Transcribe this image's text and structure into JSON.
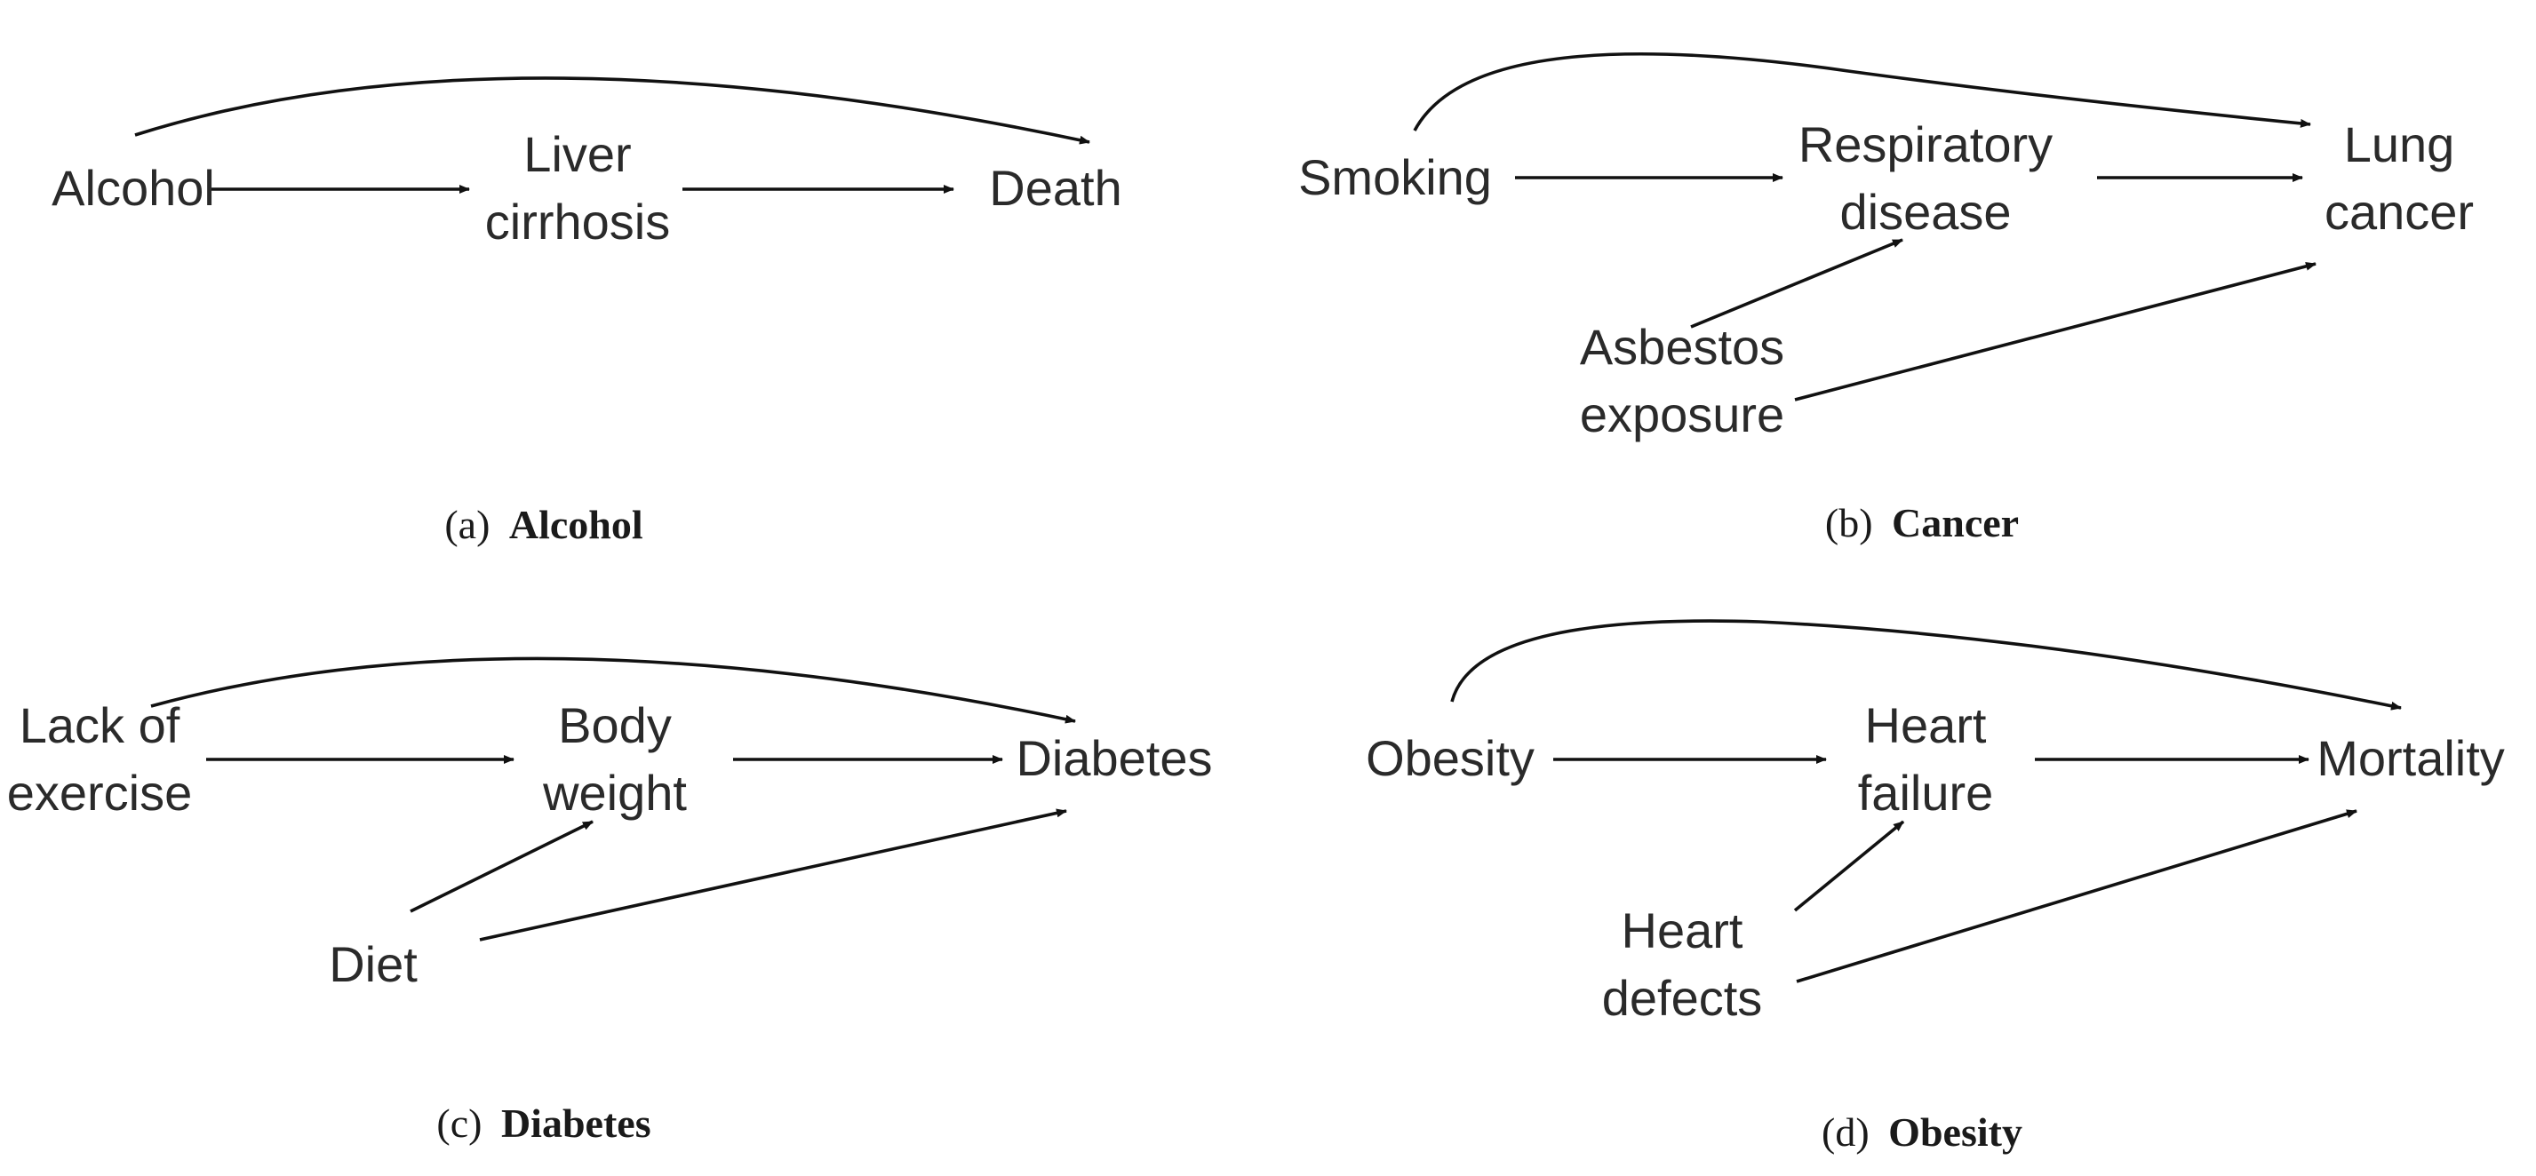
{
  "panels": {
    "a": {
      "caption_letter": "(a)",
      "caption_title": "Alcohol",
      "nodes": {
        "alcohol": "Alcohol",
        "liver_1": "Liver",
        "liver_2": "cirrhosis",
        "death": "Death"
      }
    },
    "b": {
      "caption_letter": "(b)",
      "caption_title": "Cancer",
      "nodes": {
        "smoking": "Smoking",
        "resp_1": "Respiratory",
        "resp_2": "disease",
        "asb_1": "Asbestos",
        "asb_2": "exposure",
        "lung_1": "Lung",
        "lung_2": "cancer"
      }
    },
    "c": {
      "caption_letter": "(c)",
      "caption_title": "Diabetes",
      "nodes": {
        "lack_1": "Lack of",
        "lack_2": "exercise",
        "body_1": "Body",
        "body_2": "weight",
        "diet": "Diet",
        "diabetes": "Diabetes"
      }
    },
    "d": {
      "caption_letter": "(d)",
      "caption_title": "Obesity",
      "nodes": {
        "obesity": "Obesity",
        "hf_1": "Heart",
        "hf_2": "failure",
        "hd_1": "Heart",
        "hd_2": "defects",
        "mortality": "Mortality"
      }
    }
  },
  "colors": {
    "text": "#2a2a2a",
    "edge": "#111111",
    "background": "#ffffff"
  }
}
